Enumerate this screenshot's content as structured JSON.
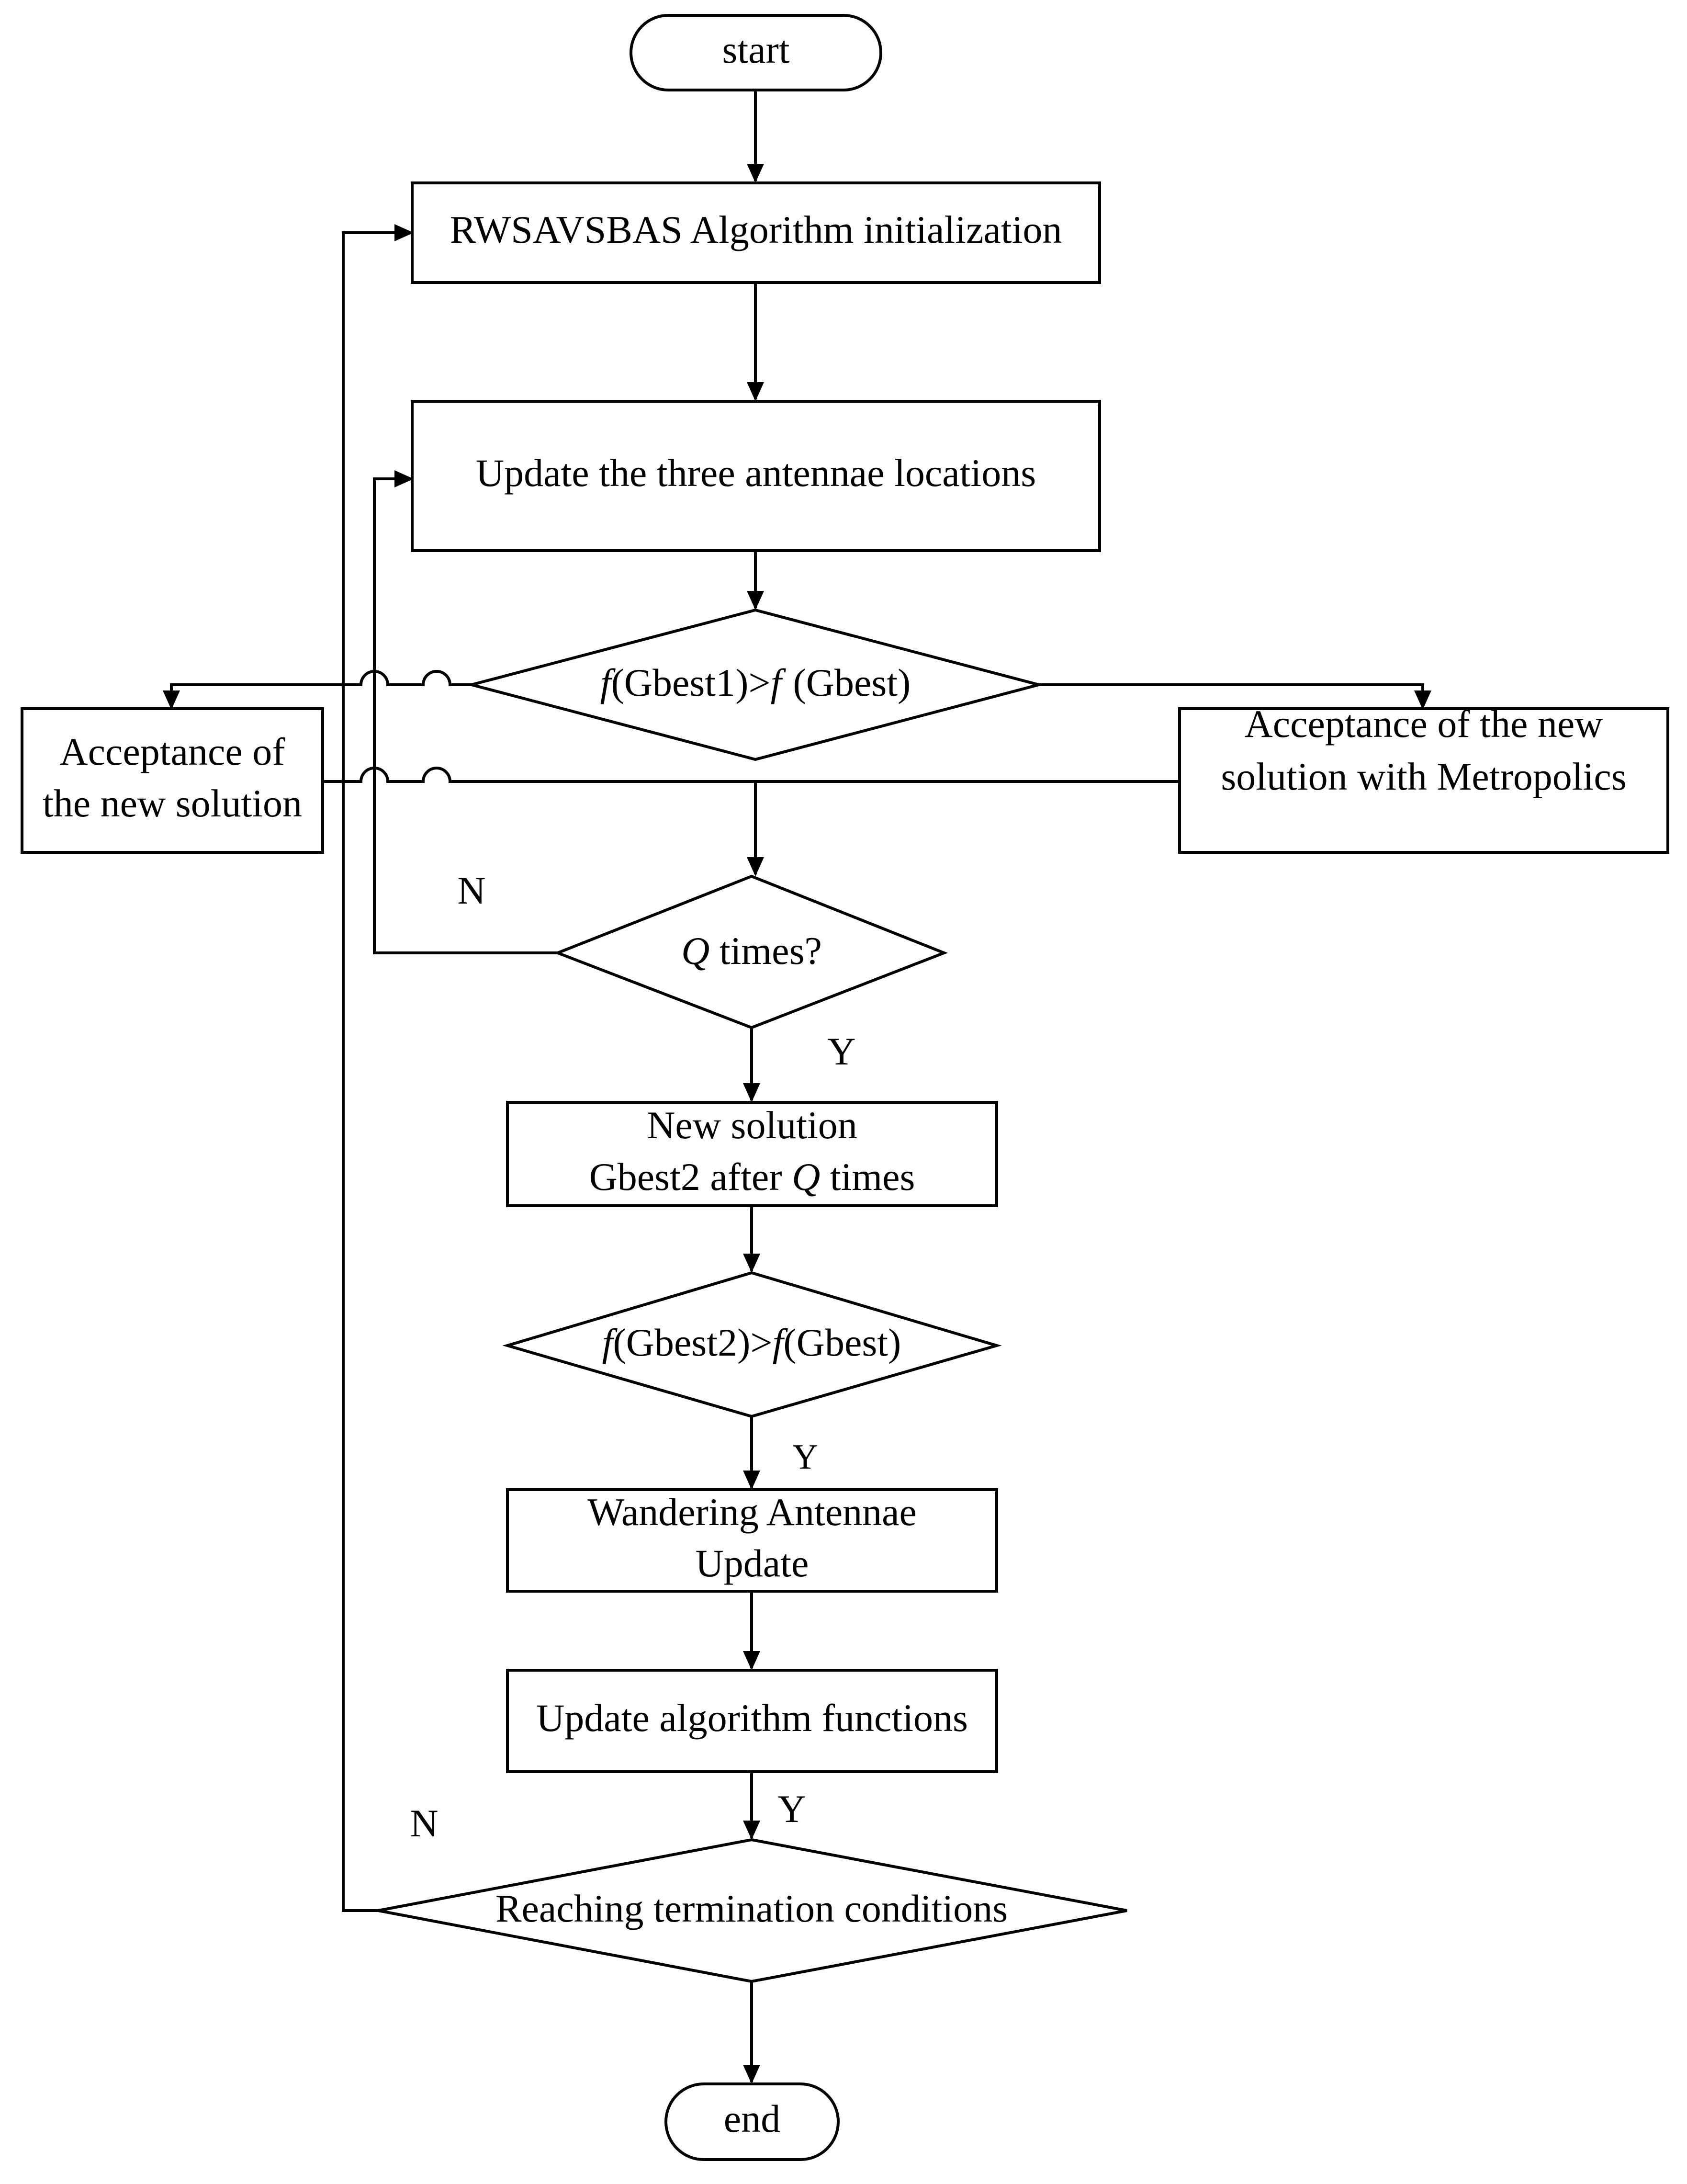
{
  "nodes": {
    "start": "start",
    "init": "RWSAVSBAS Algorithm initialization",
    "update_three": "Update the three antennae locations",
    "cond1": {
      "f1": "f",
      "mid": "(Gbest1)>",
      "f2": "f",
      "tail": "(Gbest)"
    },
    "accept_left": [
      "Acceptance of",
      "the new solution"
    ],
    "accept_right": [
      "Acceptance of the new",
      "solution with Metropolics"
    ],
    "q_times": {
      "q": "Q",
      "rest": " times?"
    },
    "new_solution": {
      "line1": "New solution",
      "line2_pre": "Gbest2 after ",
      "q": "Q",
      "line2_post": " times"
    },
    "cond2": {
      "f1": "f",
      "mid": "(Gbest2)>",
      "f2": "f",
      "tail": "(Gbest)"
    },
    "wandering": [
      "Wandering Antennae",
      "Update"
    ],
    "update_funcs": "Update algorithm functions",
    "termination": "Reaching termination conditions",
    "end": "end"
  },
  "edge_labels": {
    "q_no": "N",
    "q_yes": "Y",
    "cond2_yes": "Y",
    "funcs_yes": "Y",
    "term_no": "N"
  }
}
